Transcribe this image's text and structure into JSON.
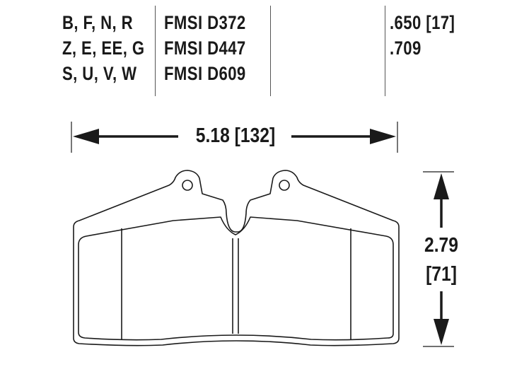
{
  "header": {
    "codes": [
      "B, F, N, R",
      "Z, E, EE, G",
      "S, U, V, W"
    ],
    "fmsi": [
      "FMSI D372",
      "FMSI D447",
      "FMSI D609"
    ],
    "thickness": [
      ".650 [17]",
      ".709"
    ]
  },
  "dimensions": {
    "width_label": "5.18 [132]",
    "height_value": "2.79",
    "height_metric": "[71]"
  },
  "colors": {
    "ink": "#1a1a1a",
    "background": "#ffffff"
  }
}
